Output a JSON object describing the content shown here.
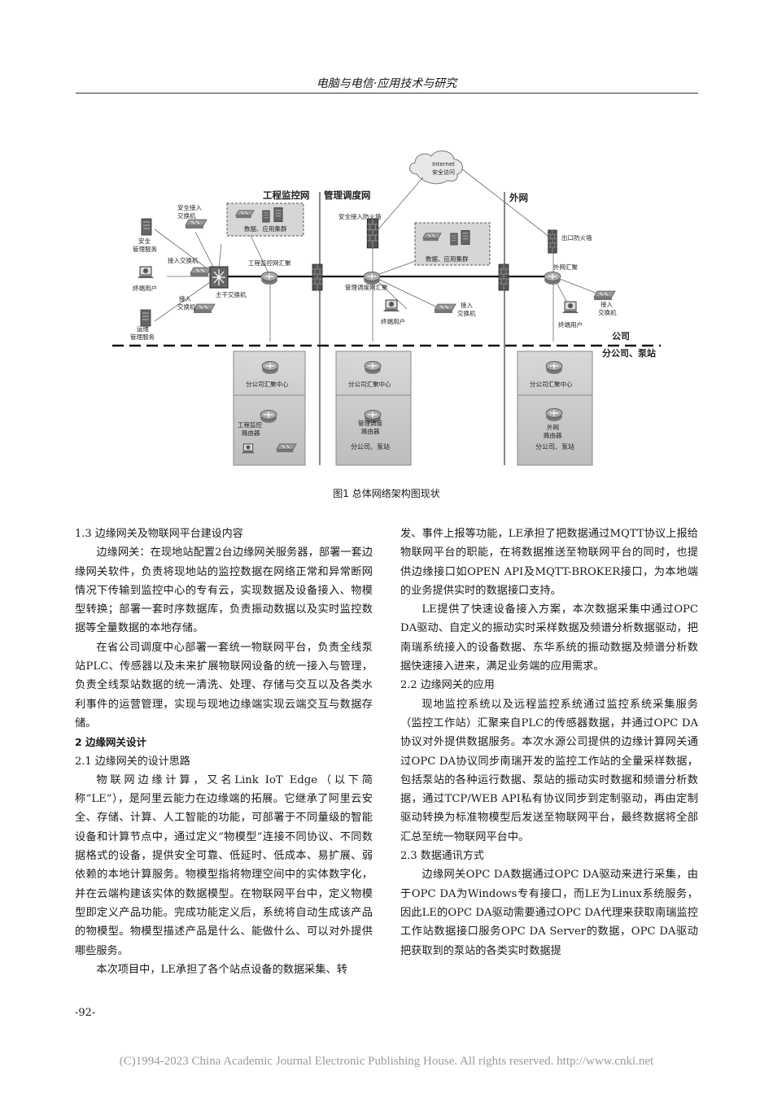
{
  "header": {
    "journal": "电脑与电信·应用技术与研究"
  },
  "figure": {
    "caption": "图1   总体网络架构图现状",
    "zones": {
      "engineering": "工程监控网",
      "dispatch": "管理调度网",
      "external": "外网"
    },
    "cloud": [
      "Internet",
      "安全访问"
    ],
    "labels": {
      "sec_switch": [
        "安全接入",
        "交换机"
      ],
      "sec_mgmt": [
        "安全",
        "管理服务"
      ],
      "access_switch_1": "接入交换机",
      "terminal_1": "终端用户",
      "core_switch": "主干交换机",
      "access_switch_2": [
        "接入",
        "交换机"
      ],
      "ops_mgmt": [
        "运维",
        "管理服务"
      ],
      "cluster_1": "数据、应用集群",
      "eng_agg": "工程监控网汇聚",
      "sec_firewall": "安全接入防火墙",
      "cluster_2": "数据、应用集群",
      "dispatch_agg": "管理调度网汇聚",
      "access_switch_3": [
        "接入",
        "交换机"
      ],
      "terminal_2": "终端用户",
      "exit_firewall": "出口防火墙",
      "ext_agg": "外网汇聚",
      "access_switch_4": [
        "接入",
        "交换机"
      ],
      "terminal_3": "终端用户",
      "company": "公司",
      "branch": "分公司、泵站",
      "branch_center_1": "分公司汇聚中心",
      "branch_center_2": "分公司汇聚中心",
      "branch_center_3": "分公司汇聚中心",
      "eng_router": [
        "工程监控",
        "路由器"
      ],
      "dispatch_router": [
        "管理调度",
        "路由器"
      ],
      "ext_router": [
        "外网",
        "路由器"
      ],
      "branch_station_2": "分公司、泵站",
      "branch_station_3": "分公司、泵站"
    }
  },
  "left_column": [
    {
      "type": "h3",
      "text": "1.3 边缘网关及物联网平台建设内容"
    },
    {
      "type": "p",
      "text": "边缘网关：在现地站配置2台边缘网关服务器，部署一套边缘网关软件，负责将现地站的监控数据在网络正常和异常断网情况下传输到监控中心的专有云，实现数据及设备接入、物模型转换；部署一套时序数据库，负责振动数据以及实时监控数据等全量数据的本地存储。"
    },
    {
      "type": "p",
      "text": "在省公司调度中心部署一套统一物联网平台，负责全线泵站PLC、传感器以及未来扩展物联网设备的统一接入与管理，负责全线泵站数据的统一清洗、处理、存储与交互以及各类水利事件的运营管理，实现与现地边缘端实现云端交互与数据存储。"
    },
    {
      "type": "h2",
      "text": "2 边缘网关设计"
    },
    {
      "type": "h3",
      "text": "2.1 边缘网关的设计思路"
    },
    {
      "type": "p",
      "text": "物联网边缘计算，又名Link IoT Edge（以下简称“LE”），是阿里云能力在边缘端的拓展。它继承了阿里云安全、存储、计算、人工智能的功能，可部署于不同量级的智能设备和计算节点中，通过定义“物模型”连接不同协议、不同数据格式的设备，提供安全可靠、低延时、低成本、易扩展、弱依赖的本地计算服务。物模型指将物理空间中的实体数字化，并在云端构建该实体的数据模型。在物联网平台中，定义物模型即定义产品功能。完成功能定义后，系统将自动生成该产品的物模型。物模型描述产品是什么、能做什么、可以对外提供哪些服务。"
    },
    {
      "type": "p",
      "text": "本次项目中，LE承担了各个站点设备的数据采集、转"
    }
  ],
  "right_column": [
    {
      "type": "pc",
      "text": "发、事件上报等功能，LE承担了把数据通过MQTT协议上报给物联网平台的职能，在将数据推送至物联网平台的同时，也提供边缘接口如OPEN API及MQTT-BROKER接口，为本地端的业务提供实时的数据接口支持。"
    },
    {
      "type": "p",
      "text": "LE提供了快速设备接入方案，本次数据采集中通过OPC DA驱动、自定义的振动实时采样数据及频谱分析数据驱动，把南瑞系统接入的设备数据、东华系统的振动数据及频谱分析数据快速接入进来，满足业务端的应用需求。"
    },
    {
      "type": "h3",
      "text": "2.2 边缘网关的应用"
    },
    {
      "type": "p",
      "text": "现地监控系统以及远程监控系统通过监控系统采集服务（监控工作站）汇聚来自PLC的传感器数据，并通过OPC DA协议对外提供数据服务。本次水源公司提供的边缘计算网关通过OPC DA协议同步南瑞开发的监控工作站的全量采样数据，包括泵站的各种运行数据、泵站的振动实时数据和频谱分析数据，通过TCP/WEB API私有协议同步到定制驱动，再由定制驱动转换为标准物模型后发送至物联网平台，最终数据将全部汇总至统一物联网平台中。"
    },
    {
      "type": "h3",
      "text": "2.3 数据通讯方式"
    },
    {
      "type": "p",
      "text": "边缘网关OPC DA数据通过OPC DA驱动来进行采集，由于OPC DA为Windows专有接口，而LE为Linux系统服务，因此LE的OPC DA驱动需要通过OPC DA代理来获取南瑞监控工作站数据接口服务OPC DA Server的数据，OPC DA驱动把获取到的泵站的各类实时数据提"
    }
  ],
  "page_number": "-92-",
  "footer": "(C)1994-2023 China Academic Journal Electronic Publishing House. All rights reserved.    http://www.cnki.net"
}
